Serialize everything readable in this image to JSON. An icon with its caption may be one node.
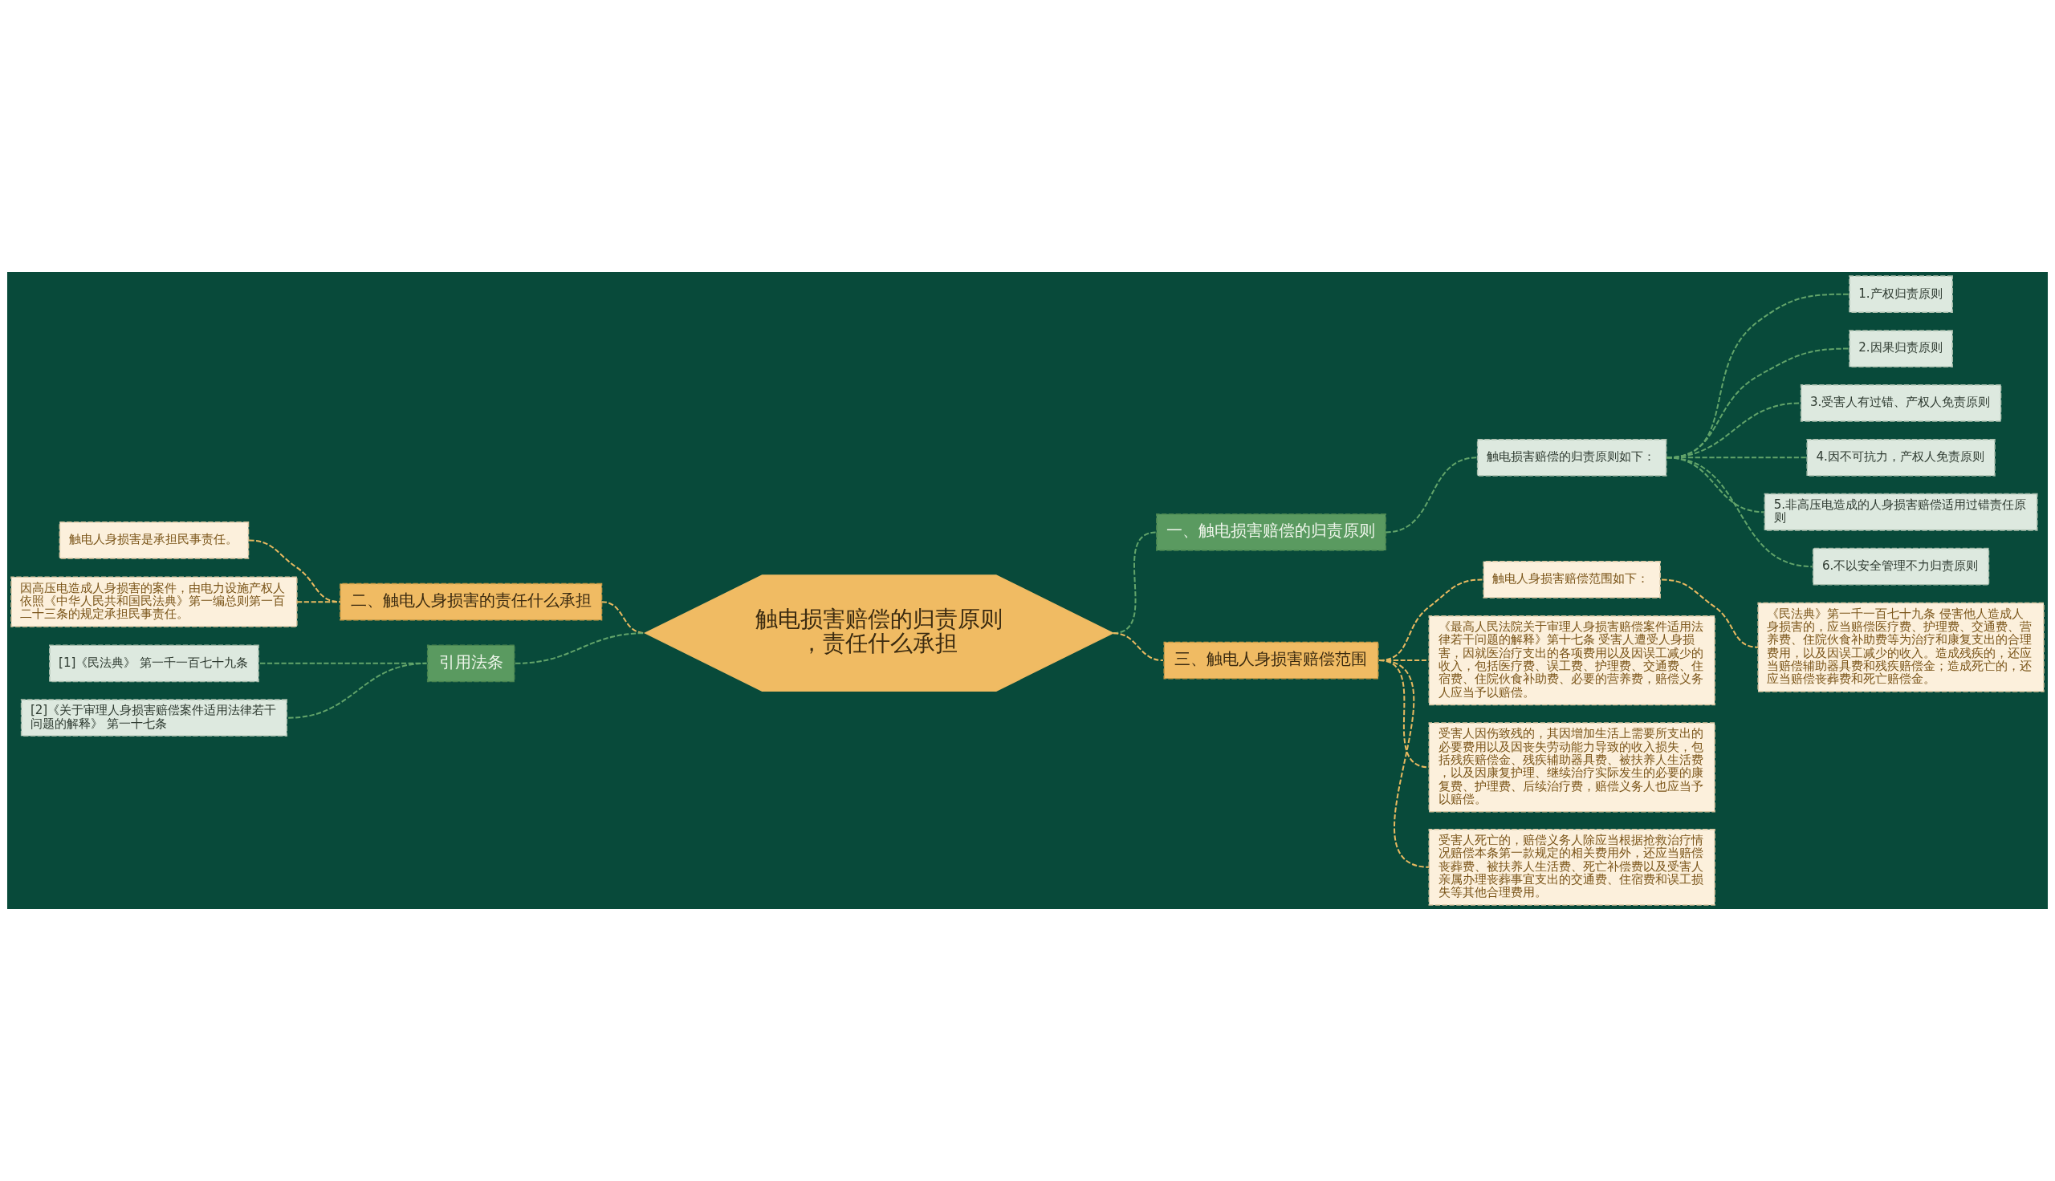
{
  "diagram": {
    "nodes": [
      {
        "text": [
          "触电损害赔偿的归责原则，责任什么承担"
        ]
      },
      {
        "text": [
          "一、触电损害赔偿的归责原则"
        ]
      },
      {
        "text": [
          "触电损害赔偿的归责原则如下："
        ]
      },
      {
        "text": [
          "1.产权归责原则"
        ]
      },
      {
        "text": [
          "2.因果归责原则"
        ]
      },
      {
        "text": [
          "3.受害人有过错、产权人免责原则"
        ]
      },
      {
        "text": [
          "4.因不可抗力，产权人免责原则"
        ]
      },
      {
        "text": [
          "5.非高压电造成的人身损害赔偿适用过错责任原则"
        ]
      },
      {
        "text": [
          "6.不以安全管理不力归责原则"
        ]
      },
      {
        "text": [
          "三、触电人身损害赔偿范围"
        ]
      },
      {
        "text": [
          "触电人身损害赔偿范围如下："
        ]
      },
      {
        "text": [
          "《民法典》第一千一百七十九条 侵害他人造成人身损害的，应当赔偿医疗费、护理费、交通费、营养费、住院伙食补助费等为治疗和康复支出的合理费用，以及因误工减少的收入。造成残疾的，还应当赔偿辅助器具费和残疾赔偿金；造成死亡的，还应当赔偿丧葬费和死亡赔偿金。"
        ]
      },
      {
        "text": [
          "《最高人民法院关于审理人身损害赔偿案件适用法律若干问题的解释》第十七条 受害人遭受人身损害，因就医治疗支出的各项费用以及因误工减少的收入，包括医疗费、误工费、护理费、交通费、住宿费、住院伙食补助费、必要的营养费，赔偿义务人应当予以赔偿。"
        ]
      },
      {
        "text": [
          "受害人因伤致残的，其因增加生活上需要所支出的必要费用以及因丧失劳动能力导致的收入损失，包括残疾赔偿金、残疾辅助器具费、被扶养人生活费，以及因康复护理、继续治疗实际发生的必要的康复费、护理费、后续治疗费，赔偿义务人也应当予以赔偿。"
        ]
      },
      {
        "text": [
          "受害人死亡的，赔偿义务人除应当根据抢救治疗情况赔偿本条第一款规定的相关费用外，还应当赔偿丧葬费、被扶养人生活费、死亡补偿费以及受害人亲属办理丧葬事宜支出的交通费、住宿费和误工损失等其他合理费用。"
        ]
      },
      {
        "text": [
          "二、触电人身损害的责任什么承担"
        ]
      },
      {
        "text": [
          "触电人身损害是承担民事责任。"
        ]
      },
      {
        "text": [
          "因高压电造成人身损害的案件，由电力设施产权人依照《中华人民共和国民法典》第一编总则第一百二十三条的规定承担民事责任。"
        ]
      },
      {
        "text": [
          "引用法条"
        ]
      },
      {
        "text": [
          "[1]《民法典》 第一千一百七十九条"
        ]
      },
      {
        "text": [
          "[2]《关于审理人身损害赔偿案件适用法律若干问题的解释》 第一十七条"
        ]
      }
    ],
    "edges": [
      {
        "from": 0,
        "to": 1,
        "arrow": "none",
        "style": "dashed"
      },
      {
        "from": 1,
        "to": 2,
        "arrow": "none",
        "style": "dashed"
      },
      {
        "from": 2,
        "to": 3,
        "arrow": "none",
        "style": "dashed"
      },
      {
        "from": 2,
        "to": 4,
        "arrow": "none",
        "style": "dashed"
      },
      {
        "from": 2,
        "to": 5,
        "arrow": "none",
        "style": "dashed"
      },
      {
        "from": 2,
        "to": 6,
        "arrow": "none",
        "style": "dashed"
      },
      {
        "from": 2,
        "to": 7,
        "arrow": "none",
        "style": "dashed"
      },
      {
        "from": 2,
        "to": 8,
        "arrow": "none",
        "style": "dashed"
      },
      {
        "from": 0,
        "to": 9,
        "arrow": "none",
        "style": "dashed",
        "color": "#e8b960"
      },
      {
        "from": 9,
        "to": 10,
        "arrow": "none",
        "style": "dashed",
        "color": "#e8b960"
      },
      {
        "from": 10,
        "to": 11,
        "arrow": "none",
        "style": "dashed",
        "color": "#e8b960"
      },
      {
        "from": 9,
        "to": 12,
        "arrow": "none",
        "style": "dashed",
        "color": "#e8b960"
      },
      {
        "from": 9,
        "to": 13,
        "arrow": "none",
        "style": "dashed",
        "color": "#e8b960"
      },
      {
        "from": 9,
        "to": 14,
        "arrow": "none",
        "style": "dashed",
        "color": "#e8b960"
      },
      {
        "from": 15,
        "to": 0,
        "arrow": "none",
        "style": "dashed",
        "color": "#e8b960"
      },
      {
        "from": 16,
        "to": 15,
        "arrow": "none",
        "style": "dashed",
        "color": "#e8b960"
      },
      {
        "from": 17,
        "to": 15,
        "arrow": "none",
        "style": "dashed",
        "color": "#e8b960"
      },
      {
        "from": 18,
        "to": 0,
        "arrow": "none",
        "style": "dashed"
      },
      {
        "from": 19,
        "to": 18,
        "arrow": "none",
        "style": "dashed"
      },
      {
        "from": 20,
        "to": 18,
        "arrow": "none",
        "style": "dashed"
      }
    ]
  }
}
